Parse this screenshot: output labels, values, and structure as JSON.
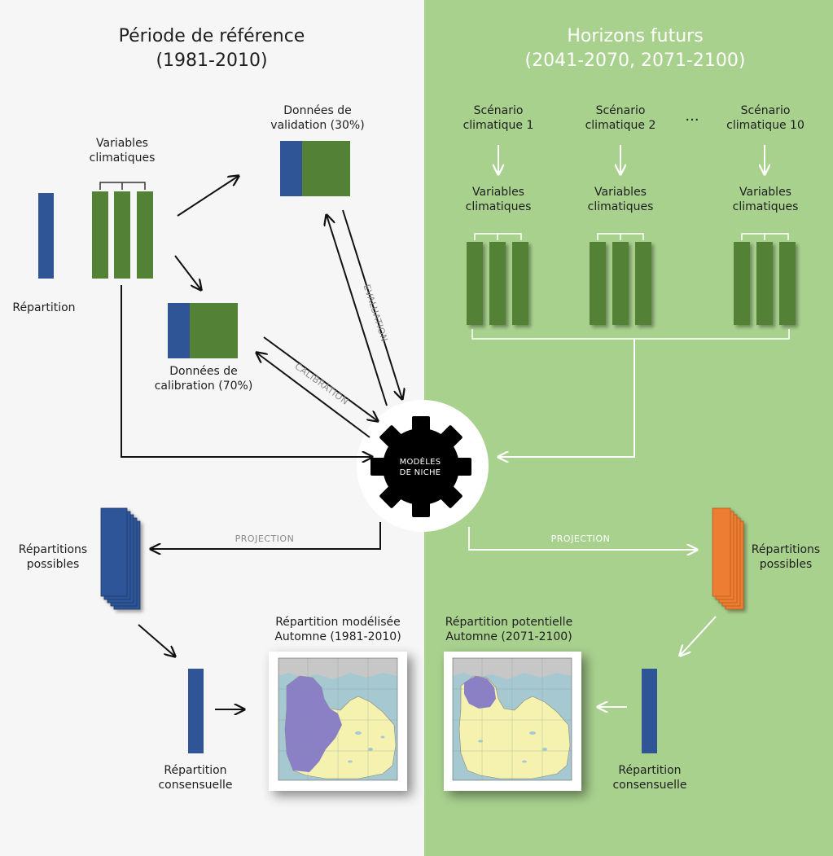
{
  "left_panel": {
    "title_line1": "Période de référence",
    "title_line2": "(1981-2010)",
    "variables_label": [
      "Variables",
      "climatiques"
    ],
    "repartition_label": "Répartition",
    "validation_label": [
      "Données de",
      "validation (30%)"
    ],
    "calibration_label": [
      "Données de",
      "calibration (70%)"
    ],
    "evaluation_arrow": "EVALUATION",
    "calibration_arrow": "CALIBRATION",
    "projection_arrow": "PROJECTION",
    "possible_label": [
      "Répartitions",
      "possibles"
    ],
    "consensus_label": [
      "Répartition",
      "consensuelle"
    ],
    "map_caption": [
      "Répartition modélisée",
      "Automne (1981-2010)"
    ]
  },
  "right_panel": {
    "title_line1": "Horizons futurs",
    "title_line2": "(2041-2070, 2071-2100)",
    "scenarios": [
      {
        "label": [
          "Scénario",
          "climatique 1"
        ]
      },
      {
        "label": [
          "Scénario",
          "climatique 2"
        ]
      },
      {
        "label": [
          "Scénario",
          "climatique 10"
        ]
      }
    ],
    "ellipsis": "...",
    "variables_label": [
      "Variables",
      "climatiques"
    ],
    "projection_arrow": "PROJECTION",
    "possible_label": [
      "Répartitions",
      "possibles"
    ],
    "consensus_label": [
      "Répartition",
      "consensuelle"
    ],
    "map_caption": [
      "Répartition potentielle",
      "Automne (2071-2100)"
    ]
  },
  "gear": {
    "label_line1": "MODÈLES",
    "label_line2": "DE NICHE"
  },
  "colors": {
    "green_panel": "#a9d18e",
    "dark_green": "#538135",
    "blue": "#2f5597",
    "orange": "#ed7d31",
    "gear": "#000000",
    "map_water": "#a6c8d0",
    "map_land": "#f5f2b0",
    "map_species": "#8b7fc6"
  }
}
